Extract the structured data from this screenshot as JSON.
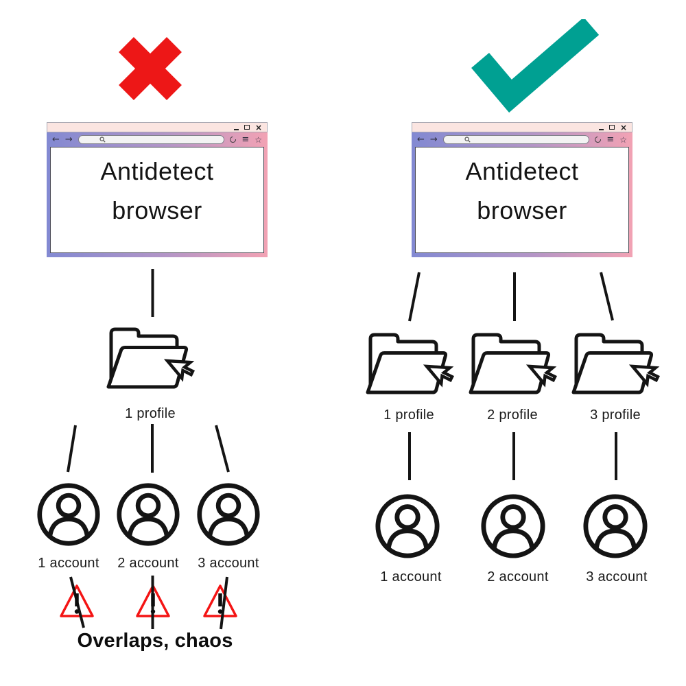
{
  "colors": {
    "cross_red": "#ed1717",
    "check_teal": "#00a092",
    "warning_red": "#f41414",
    "line_black": "#141414",
    "titlebar_bg": "#fbe5e1",
    "frame_gradient_left": "#8289d2",
    "frame_gradient_right": "#f2a2b4"
  },
  "chrome": {
    "back": "←",
    "forward": "→",
    "menu": "≡",
    "star": "☆",
    "close": "×"
  },
  "left_panel": {
    "verdict": "wrong",
    "browser_title": "Antidetect browser",
    "profile_label": "1 profile",
    "account_labels": [
      "1 account",
      "2 account",
      "3 account"
    ],
    "caption": "Overlaps, chaos"
  },
  "right_panel": {
    "verdict": "correct",
    "browser_title": "Antidetect browser",
    "profile_labels": [
      "1 profile",
      "2 profile",
      "3 profile"
    ],
    "account_labels": [
      "1 account",
      "2 account",
      "3 account"
    ]
  }
}
